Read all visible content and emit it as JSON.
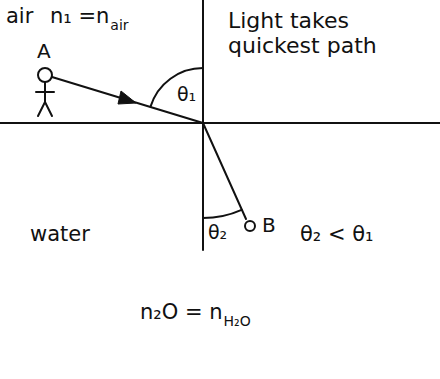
{
  "diagram": {
    "labels": [
      "air",
      "n₁ =n",
      "air",
      "A",
      "Light takes quickest path",
      "θ₁",
      "water",
      "θ₂",
      "B",
      "θ₂ < θ₁",
      "n₂O = n",
      "H₂O"
    ]
  }
}
